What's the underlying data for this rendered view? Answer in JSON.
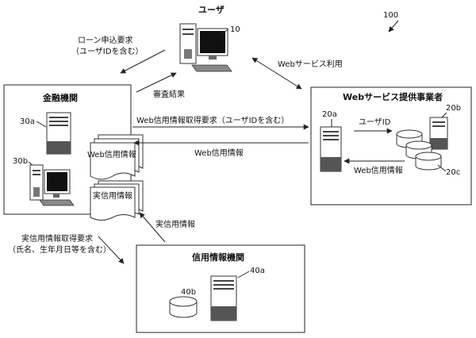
{
  "figure_number": "100",
  "user": {
    "title": "ユーザ",
    "ref": "10"
  },
  "financial": {
    "title": "金融機関",
    "ref_server": "30a",
    "ref_pc": "30b"
  },
  "web_provider": {
    "title": "Webサービス提供事業者",
    "ref_server": "20a",
    "ref_db_server": "20b",
    "ref_db": "20c"
  },
  "credit_agency": {
    "title": "信用情報機関",
    "ref_server": "40a",
    "ref_db": "40b"
  },
  "documents": {
    "web_credit": "Web信用情報",
    "real_credit": "実信用情報"
  },
  "flows": {
    "loan_request_1": "ローン申込要求",
    "loan_request_2": "（ユーザIDを含む）",
    "review_result": "審査結果",
    "web_service_use": "Webサービス利用",
    "web_credit_request": "Web信用情報取得要求（ユーザIDを含む）",
    "web_credit_info": "Web信用情報",
    "user_id": "ユーザID",
    "web_credit_info_internal": "Web信用情報",
    "real_credit_info": "実信用情報",
    "real_credit_request_1": "実信用情報取得要求",
    "real_credit_request_2": "（氏名、生年月日等を含む）"
  }
}
